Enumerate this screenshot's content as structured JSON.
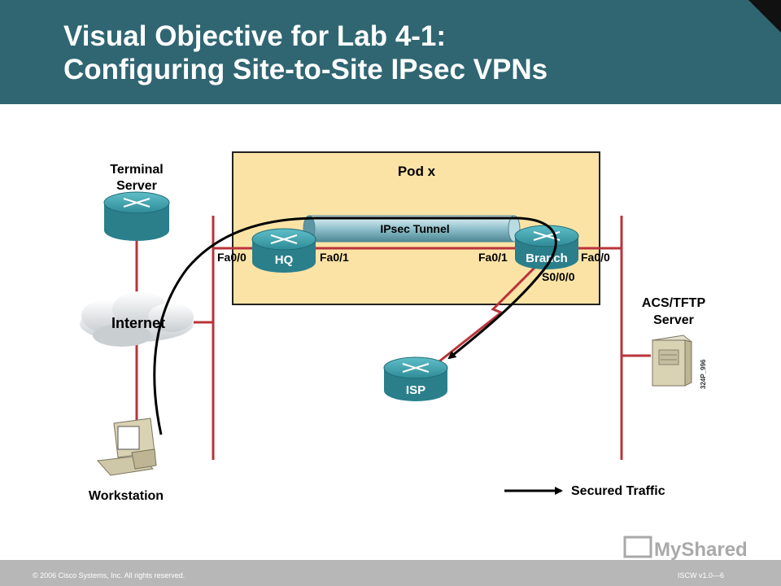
{
  "slide": {
    "title_line1": "Visual Objective for Lab 4-1:",
    "title_line2": "Configuring Site-to-Site IPsec VPNs"
  },
  "diagram": {
    "pod_label": "Pod x",
    "tunnel_label": "IPsec Tunnel",
    "terminal_server_line1": "Terminal",
    "terminal_server_line2": "Server",
    "internet_label": "Internet",
    "workstation_label": "Workstation",
    "hq_label": "HQ",
    "branch_label": "Branch",
    "isp_label": "ISP",
    "acs_line1": "ACS/TFTP",
    "acs_line2": "Server",
    "hq_fa00": "Fa0/0",
    "hq_fa01": "Fa0/1",
    "branch_fa01": "Fa0/1",
    "branch_fa00": "Fa0/0",
    "branch_s000": "S0/0/0",
    "image_code": "324P_996",
    "legend_label": "Secured Traffic"
  },
  "footer": {
    "copyright": "© 2006 Cisco Systems, Inc. All rights reserved.",
    "course": "ISCW v1.0—6",
    "watermark": "MyShared"
  },
  "colors": {
    "header": "#2f6672",
    "pod_fill": "#fbe3a6",
    "router": "#3a9aa6",
    "link_red": "#b8343a",
    "footer": "#b7b7b7"
  }
}
